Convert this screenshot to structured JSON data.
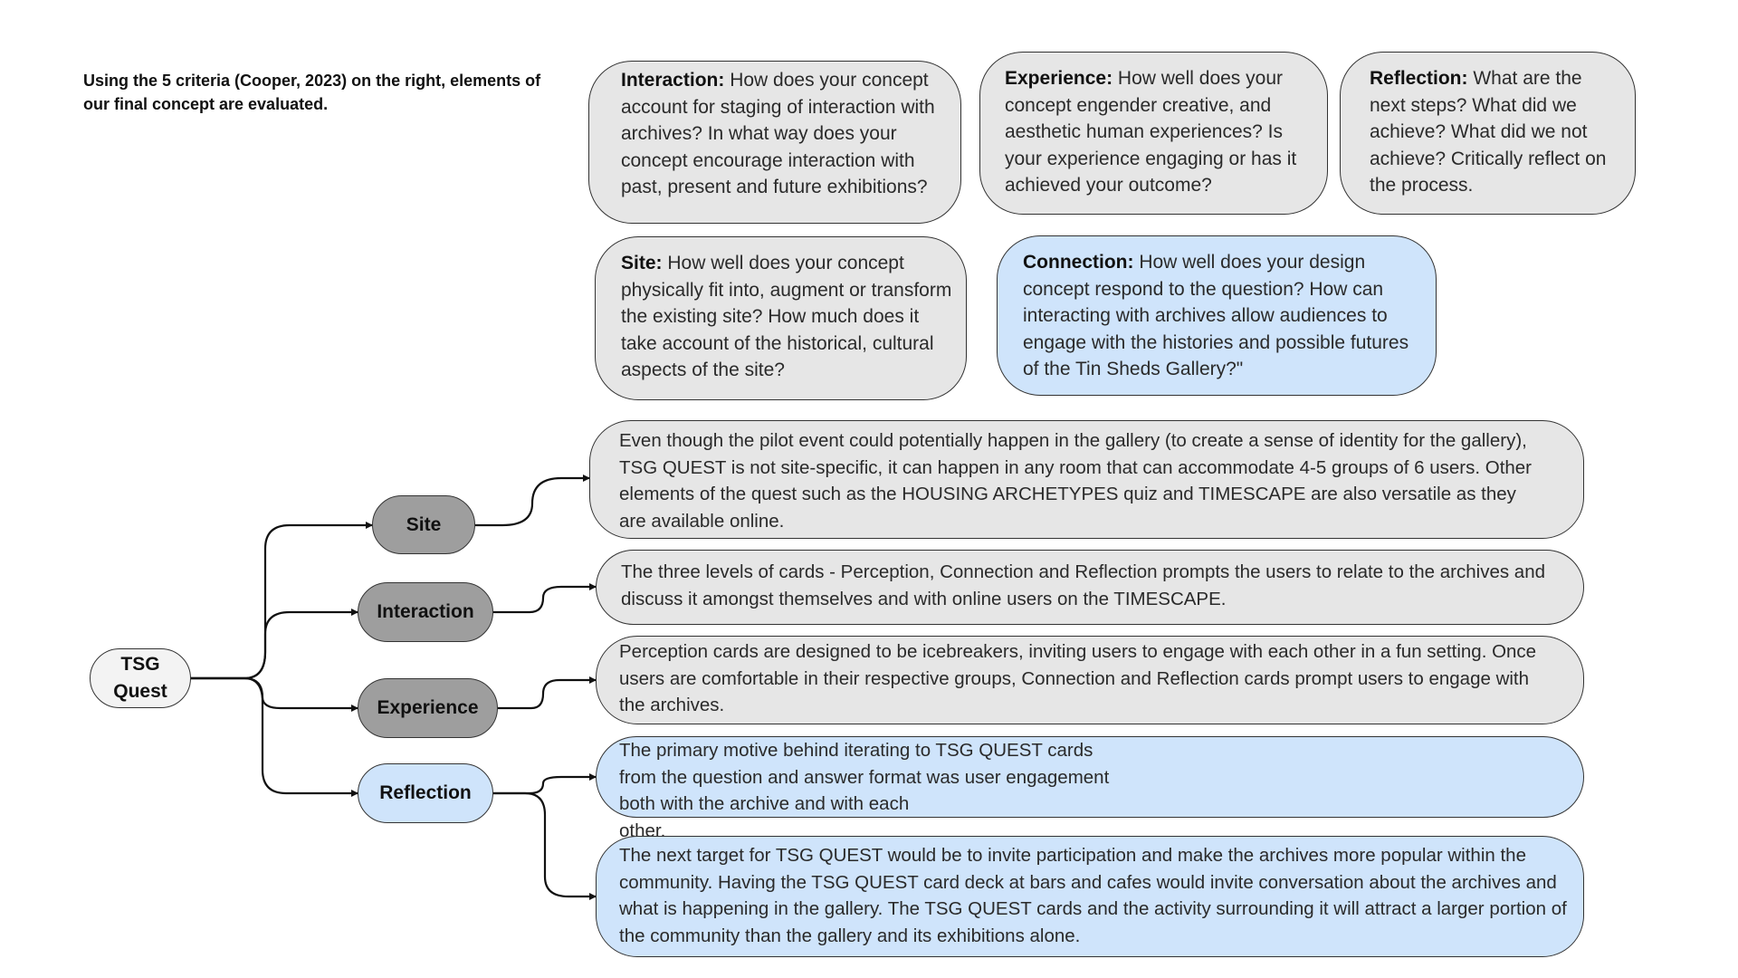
{
  "intro": "Using the 5 criteria (Cooper, 2023) on the right, elements of our final concept are evaluated.",
  "criteria": {
    "interaction": {
      "title": "Interaction:",
      "text": "How does your concept account for staging of interaction with archives? In what way does your concept encourage interaction with past, present and future exhibitions?"
    },
    "experience": {
      "title": "Experience:",
      "text": "How well does your concept engender creative, and aesthetic human experiences? Is your experience engaging or has it achieved your outcome?"
    },
    "reflection": {
      "title": "Reflection:",
      "text": "What are the next steps? What did we achieve? What did we not achieve? Critically reflect on the process."
    },
    "site": {
      "title": "Site:",
      "text": "How well does your concept physically fit into, augment or transform the existing site? How much does it take account of the historical, cultural aspects of the site?"
    },
    "connection": {
      "title": "Connection:",
      "text": "How well does your design concept respond to the question? How can interacting with archives allow audiences to engage with the histories and possible futures of the Tin Sheds Gallery?\""
    }
  },
  "tree": {
    "root": {
      "line1": "TSG",
      "line2": "Quest"
    },
    "site": "Site",
    "interaction": "Interaction",
    "experience": "Experience",
    "reflection": "Reflection"
  },
  "answers": {
    "site": "Even though the pilot event could potentially happen in the gallery (to create a sense of identity for the gallery), TSG QUEST is not site-specific, it can happen in any room that can accommodate 4-5 groups of 6 users. Other elements of the quest such as the HOUSING ARCHETYPES quiz and TIMESCAPE are also versatile as they are available online.",
    "interaction": "The three levels of cards - Perception, Connection and Reflection prompts the users to relate to the archives and discuss it amongst themselves and with online users on the TIMESCAPE.",
    "experience": "Perception cards are designed to be icebreakers, inviting users to engage with each other in a fun setting. Once users are comfortable in their respective groups, Connection and Reflection cards prompt users to engage with the archives.",
    "reflection_1a": "The primary motive behind iterating to TSG QUEST cards from the question and answer format was user engagement both with the archive and with each",
    "reflection_1b": "other.",
    "reflection_2": "The next target for TSG QUEST would be to invite participation and make the archives more popular within the community. Having the TSG QUEST card deck at bars and cafes would invite conversation about the archives and what is happening in the gallery. The TSG QUEST cards and the activity surrounding it will attract a larger portion of the community than the gallery and its exhibitions alone."
  },
  "colors": {
    "grey_node": "#9e9e9e",
    "grey_card": "#e6e6e6",
    "blue": "#cfe4fb",
    "line": "#111111"
  }
}
